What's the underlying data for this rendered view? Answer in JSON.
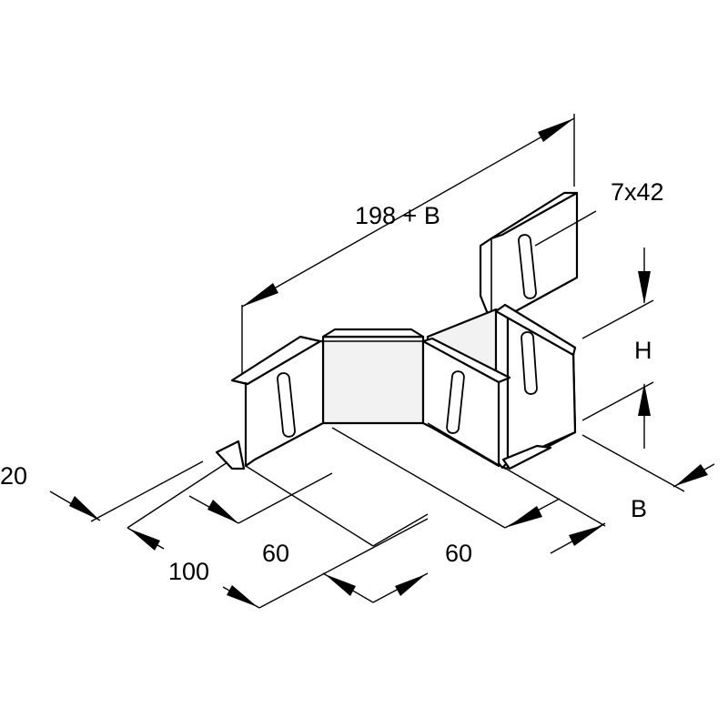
{
  "drawing": {
    "dimensions": {
      "length": "198 + B",
      "slot": "7x42",
      "height": "H",
      "width": "B",
      "left_edge": "20",
      "depth": "100",
      "leg_left": "60",
      "leg_right": "60"
    }
  }
}
